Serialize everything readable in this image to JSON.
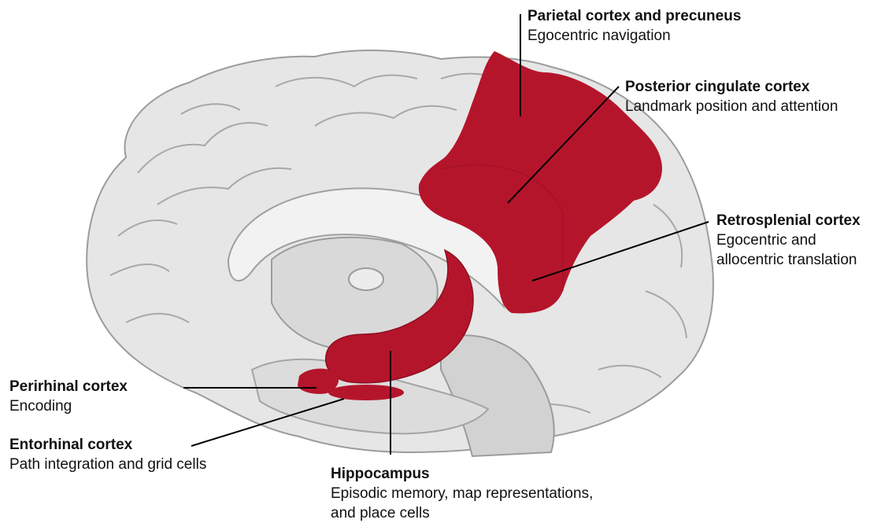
{
  "colors": {
    "region_red": "#b5152b",
    "brain_fill": "#e4e4e4",
    "brain_outline": "#9c9c9c",
    "leader_line": "#000000"
  },
  "labels": {
    "parietal": {
      "title": "Parietal cortex and precuneus",
      "desc": "Egocentric navigation"
    },
    "posterior_cingulate": {
      "title": "Posterior cingulate cortex",
      "desc": "Landmark position and attention"
    },
    "retrosplenial": {
      "title": "Retrosplenial cortex",
      "desc_1": "Egocentric and",
      "desc_2": "allocentric translation"
    },
    "perirhinal": {
      "title": "Perirhinal cortex",
      "desc": "Encoding"
    },
    "entorhinal": {
      "title": "Entorhinal cortex",
      "desc": "Path integration and grid cells"
    },
    "hippocampus": {
      "title": "Hippocampus",
      "desc_1": "Episodic memory, map representations,",
      "desc_2": "and place cells"
    }
  }
}
